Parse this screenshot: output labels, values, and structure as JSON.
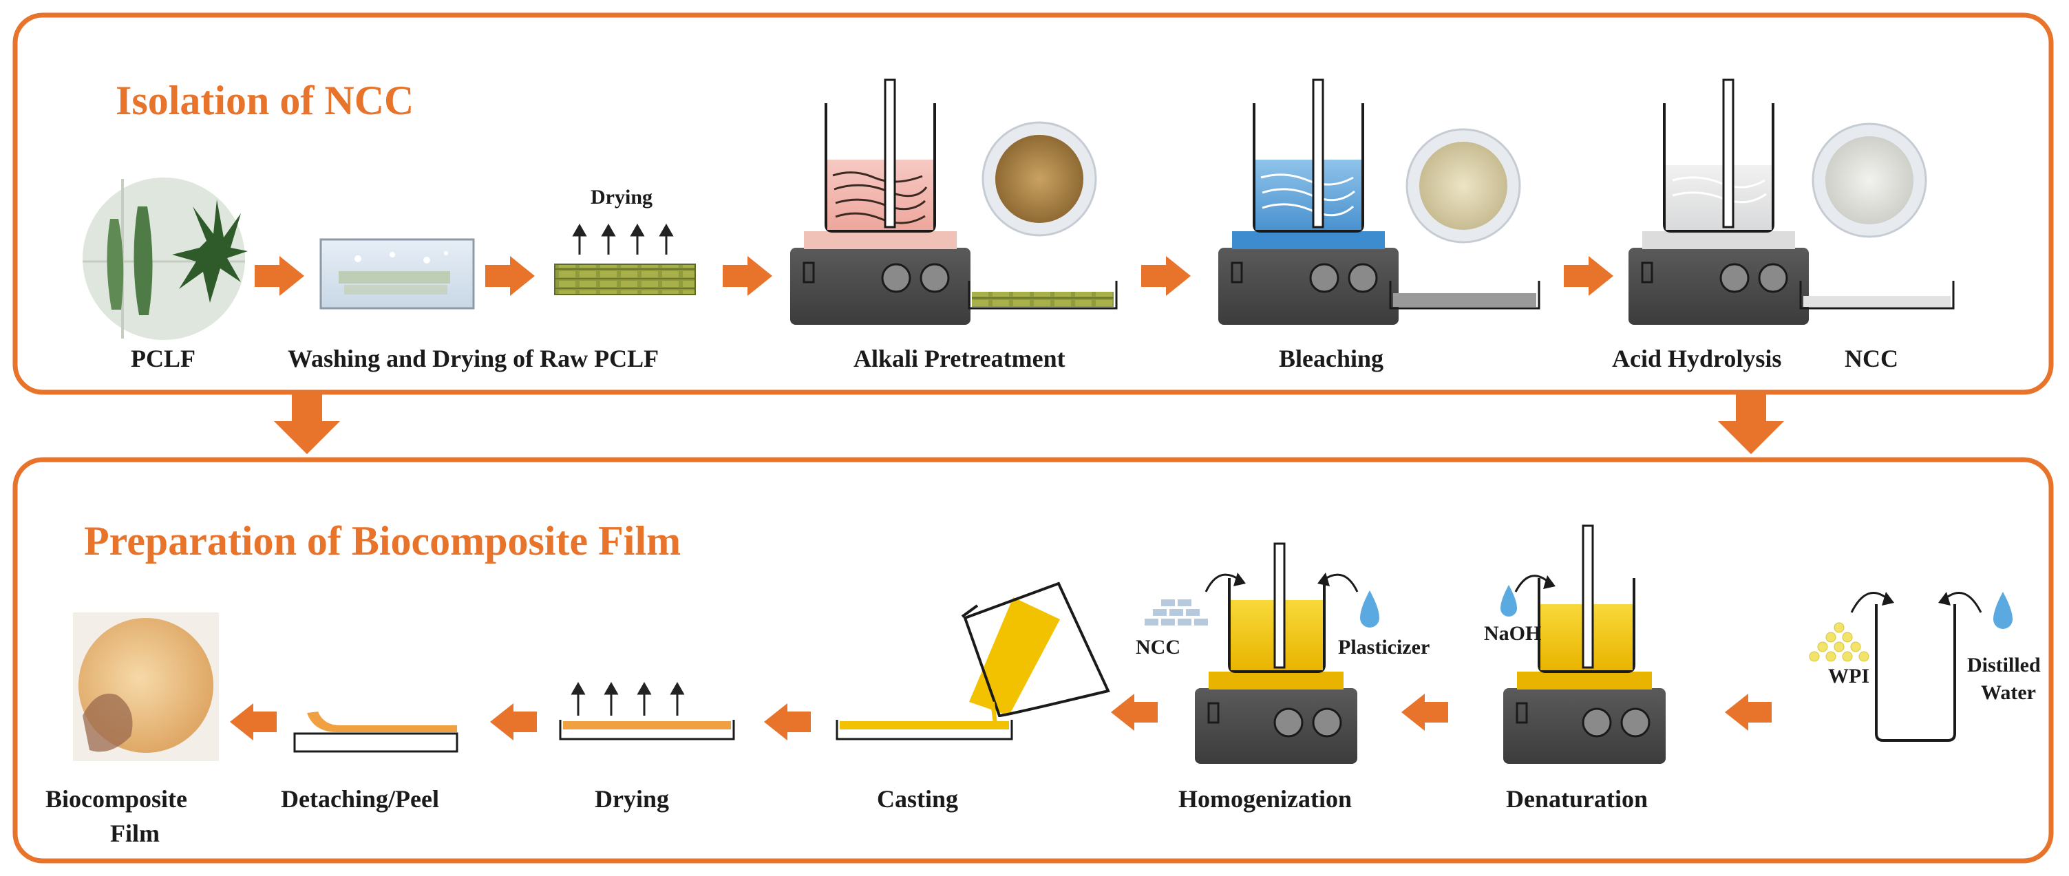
{
  "colors": {
    "accent": "#e8732a",
    "frame": "#e8732a",
    "hotplate": "#4a4a4a",
    "yellow_liquid": "#f2c200"
  },
  "panel_top": {
    "title": "Isolation of NCC",
    "steps": {
      "pclf": "PCLF",
      "washing": "Washing and Drying of Raw PCLF",
      "drying_small": "Drying",
      "alkali": "Alkali Pretreatment",
      "bleaching": "Bleaching",
      "acid": "Acid Hydrolysis",
      "ncc": "NCC"
    }
  },
  "panel_bottom": {
    "title": "Preparation of Biocomposite Film",
    "steps": {
      "biocomposite_line1": "Biocomposite",
      "biocomposite_line2": "Film",
      "detaching": "Detaching/Peel",
      "drying": "Drying",
      "casting": "Casting",
      "homogenization": "Homogenization",
      "denaturation": "Denaturation"
    },
    "inputs": {
      "ncc": "NCC",
      "plasticizer": "Plasticizer",
      "naoh": "NaOH",
      "wpi": "WPI",
      "distilled_line1": "Distilled",
      "distilled_line2": "Water"
    }
  }
}
